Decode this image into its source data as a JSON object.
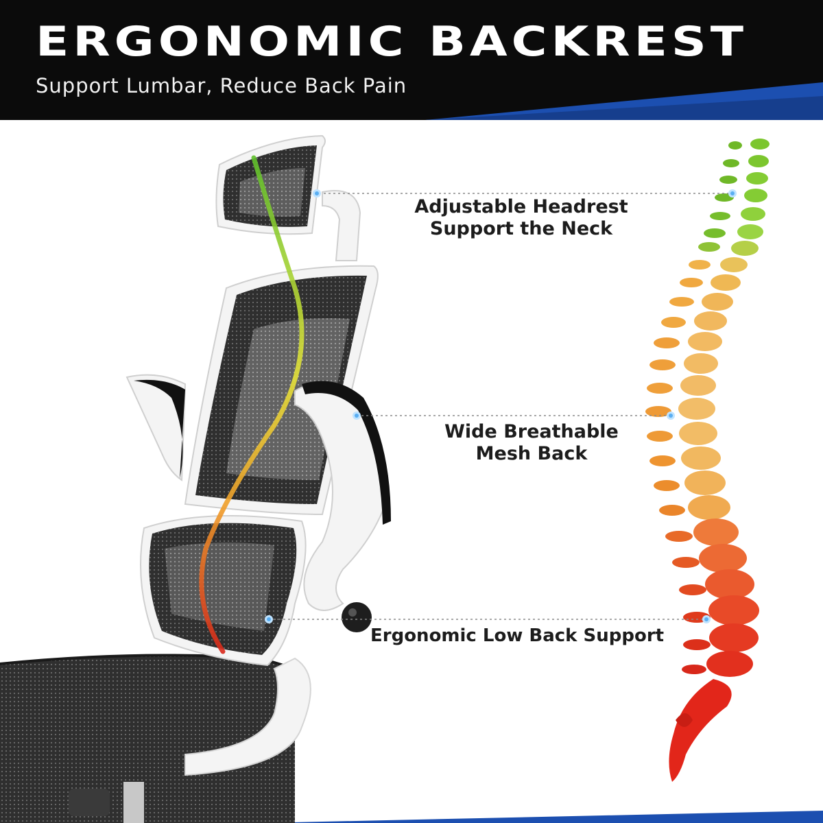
{
  "header": {
    "title": "ERGONOMIC BACKREST",
    "subtitle": "Support Lumbar, Reduce Back Pain"
  },
  "callouts": {
    "headrest": {
      "line1": "Adjustable Headrest",
      "line2": "Support the Neck"
    },
    "mesh": {
      "line1": "Wide Breathable",
      "line2": "Mesh Back"
    },
    "lowback": {
      "line1": "Ergonomic Low Back Support"
    }
  },
  "colors": {
    "header_bg": "#0b0b0b",
    "accent_blue": "#1c4fb0",
    "spine_top": "#7cc62e",
    "spine_mid": "#f0b24a",
    "spine_bottom": "#e2261a",
    "chair_frame": "#f4f4f4",
    "chair_mesh": "#2b2b2b"
  }
}
